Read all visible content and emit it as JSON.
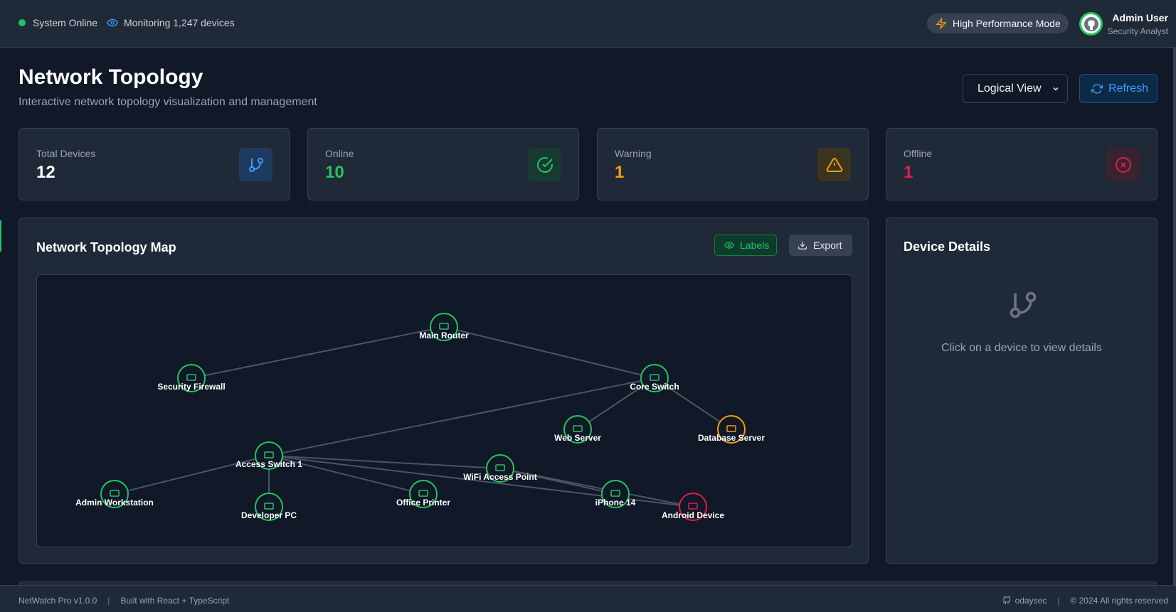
{
  "topbar": {
    "status": "System Online",
    "monitoring": "Monitoring 1,247 devices",
    "perf_mode": "High Performance Mode",
    "user_name": "Admin User",
    "user_role": "Security Analyst"
  },
  "header": {
    "title": "Network Topology",
    "subtitle": "Interactive network topology visualization and management",
    "view_select": "Logical View",
    "refresh_label": "Refresh"
  },
  "stats": [
    {
      "label": "Total Devices",
      "value": "12",
      "color": "#ffffff",
      "icon": "git-branch-icon"
    },
    {
      "label": "Online",
      "value": "10",
      "color": "#22c55e",
      "icon": "check-circle-icon"
    },
    {
      "label": "Warning",
      "value": "1",
      "color": "#f59e0b",
      "icon": "alert-triangle-icon"
    },
    {
      "label": "Offline",
      "value": "1",
      "color": "#e11d48",
      "icon": "x-circle-icon"
    }
  ],
  "topology": {
    "title": "Network Topology Map",
    "labels_button": "Labels",
    "export_button": "Export",
    "nodes": [
      {
        "id": "router",
        "label": "Main Router",
        "status": "online",
        "icon": "router"
      },
      {
        "id": "firewall",
        "label": "Security Firewall",
        "status": "online",
        "icon": "shield"
      },
      {
        "id": "core",
        "label": "Core Switch",
        "status": "online",
        "icon": "switch"
      },
      {
        "id": "web",
        "label": "Web Server",
        "status": "online",
        "icon": "server"
      },
      {
        "id": "db",
        "label": "Database Server",
        "status": "warning",
        "icon": "server"
      },
      {
        "id": "access1",
        "label": "Access Switch 1",
        "status": "online",
        "icon": "switch"
      },
      {
        "id": "wifi",
        "label": "WiFi Access Point",
        "status": "online",
        "icon": "wifi"
      },
      {
        "id": "admin",
        "label": "Admin Workstation",
        "status": "online",
        "icon": "monitor"
      },
      {
        "id": "dev",
        "label": "Developer PC",
        "status": "online",
        "icon": "monitor"
      },
      {
        "id": "printer",
        "label": "Office Printer",
        "status": "online",
        "icon": "printer"
      },
      {
        "id": "iphone",
        "label": "iPhone 14",
        "status": "online",
        "icon": "phone"
      },
      {
        "id": "android",
        "label": "Android Device",
        "status": "offline",
        "icon": "phone"
      }
    ],
    "links": [
      [
        "router",
        "firewall"
      ],
      [
        "router",
        "core"
      ],
      [
        "core",
        "web"
      ],
      [
        "core",
        "db"
      ],
      [
        "core",
        "access1"
      ],
      [
        "access1",
        "admin"
      ],
      [
        "access1",
        "dev"
      ],
      [
        "access1",
        "printer"
      ],
      [
        "access1",
        "wifi"
      ],
      [
        "wifi",
        "iphone"
      ],
      [
        "wifi",
        "android"
      ],
      [
        "access1",
        "android"
      ]
    ],
    "status_colors": {
      "online": "#22c55e",
      "warning": "#f59e0b",
      "offline": "#e11d48"
    }
  },
  "details": {
    "title": "Device Details",
    "empty_text": "Click on a device to view details"
  },
  "footer": {
    "version": "NetWatch Pro v1.0.0",
    "built": "Built with React + TypeScript",
    "author": "odaysec",
    "copyright": "© 2024 All rights reserved"
  }
}
